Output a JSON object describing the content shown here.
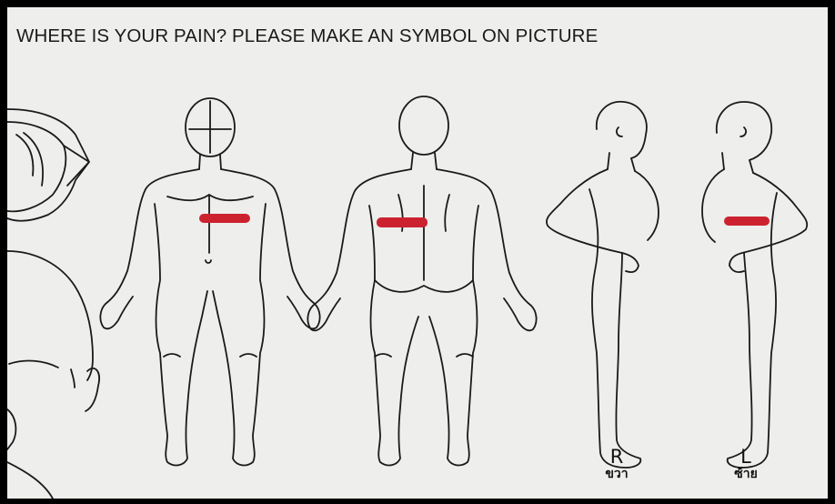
{
  "instruction": "WHERE IS YOUR PAIN? PLEASE MAKE AN SYMBOL ON PICTURE",
  "figures": [
    {
      "view": "front"
    },
    {
      "view": "back"
    },
    {
      "view": "right-side",
      "label": "R",
      "label_thai": "ขวา"
    },
    {
      "view": "left-side",
      "label": "L",
      "label_thai": "ซ้าย"
    }
  ],
  "pain_mark_color": "#cc2230"
}
